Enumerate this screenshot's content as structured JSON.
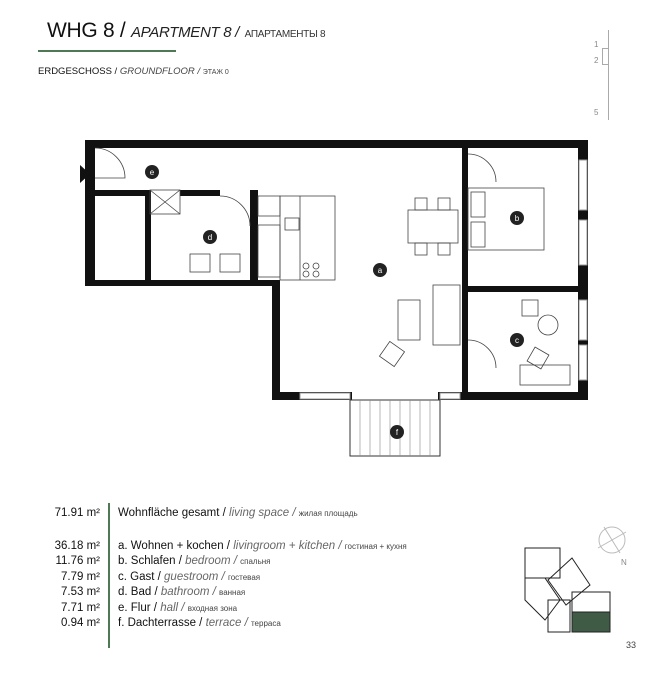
{
  "header": {
    "title_de": "WHG 8 /",
    "title_en": "APARTMENT 8 /",
    "title_ru": "АПАРТАМЕНТЫ 8",
    "floor_de": "ERDGESCHOSS /",
    "floor_en": "GROUNDFLOOR /",
    "floor_ru": "ЭТАЖ 0"
  },
  "floor_indicator": {
    "levels": [
      "1",
      "2",
      "5"
    ]
  },
  "plan": {
    "room_labels": [
      "a",
      "b",
      "c",
      "d",
      "e",
      "f"
    ]
  },
  "areas": {
    "total": {
      "value": "71.91 m²",
      "de": "Wohnfläche gesamt /",
      "en": "living space /",
      "ru": "жилая площадь"
    },
    "rooms": [
      {
        "value": "36.18 m²",
        "de": "a. Wohnen + kochen /",
        "en": "livingroom + kitchen /",
        "ru": "гостиная + кухня"
      },
      {
        "value": "11.76 m²",
        "de": "b. Schlafen /",
        "en": "bedroom /",
        "ru": "спальня"
      },
      {
        "value": "7.79 m²",
        "de": "c. Gast /",
        "en": "guestroom /",
        "ru": "гостевая"
      },
      {
        "value": "7.53 m²",
        "de": "d. Bad /",
        "en": "bathroom /",
        "ru": "ванная"
      },
      {
        "value": "7.71 m²",
        "de": "e. Flur /",
        "en": "hall /",
        "ru": "входная зона"
      },
      {
        "value": "0.94 m²",
        "de": "f. Dachterrasse /",
        "en": "terrace /",
        "ru": "терраса"
      }
    ]
  },
  "compass": {
    "label": "N"
  },
  "colors": {
    "accent": "#4d7a55",
    "highlight": "#3f5a45"
  },
  "page_number": "33"
}
